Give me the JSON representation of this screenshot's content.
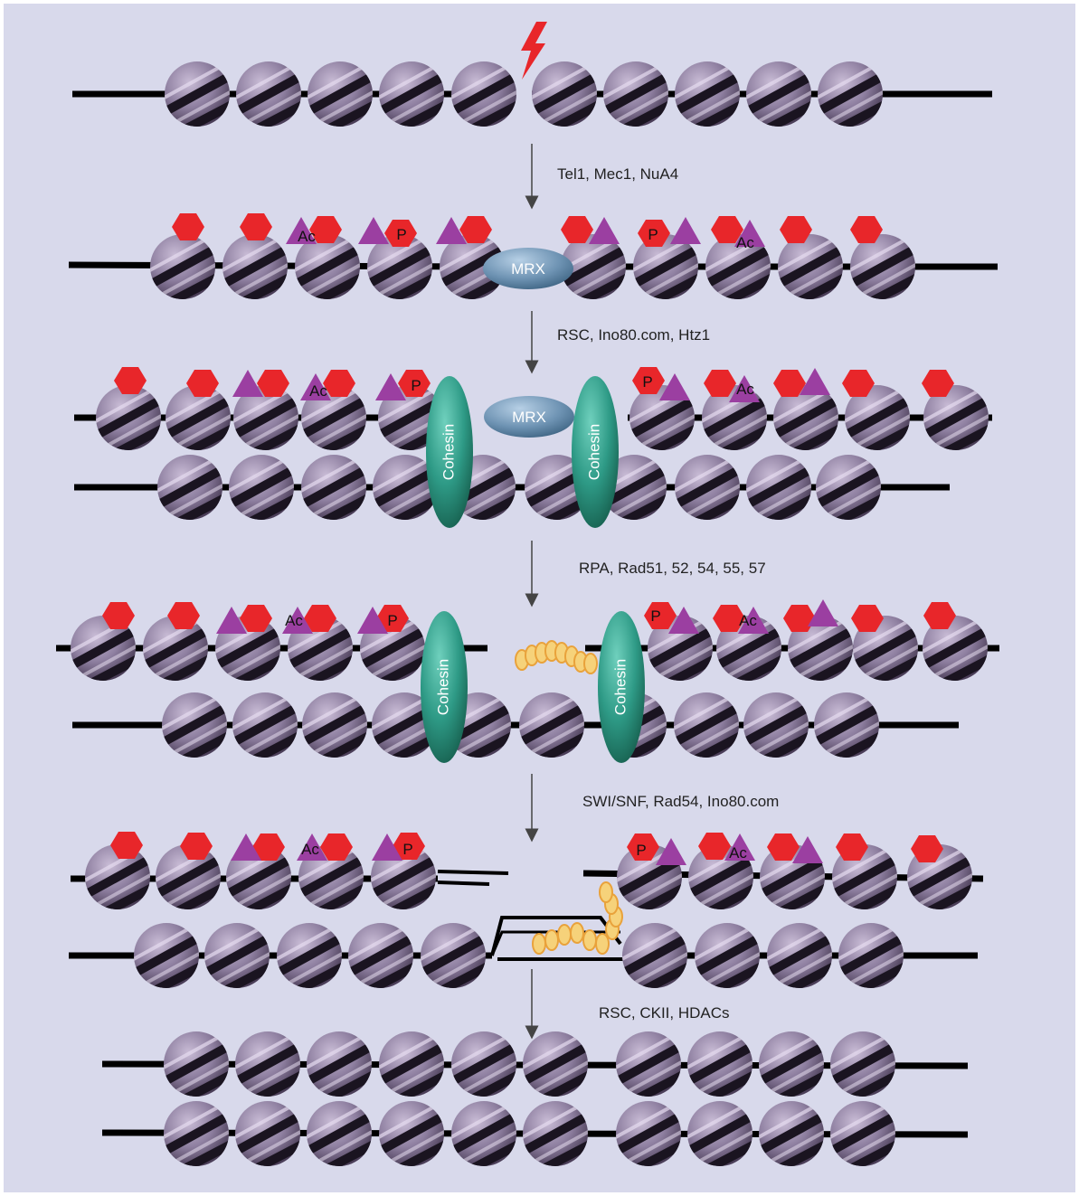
{
  "steps": {
    "step1_label": "Tel1, Mec1, NuA4",
    "step2_label": "RSC, Ino80.com, Htz1",
    "step3_label": "RPA, Rad51, 52, 54, 55, 57",
    "step4_label": "SWI/SNF, Rad54, Ino80.com",
    "step5_label": "RSC, CKII, HDACs"
  },
  "labels": {
    "acetyl": "Ac",
    "phospho": "P",
    "mrx": "MRX",
    "cohesin": "Cohesin"
  },
  "colors": {
    "background": "#d8d9eb",
    "nucleosome": "#8e7fa0",
    "dna": "#000000",
    "hexagon_mark": "#e8262a",
    "triangle_mark": "#9b3fa1",
    "mrx": "#6e93b3",
    "cohesin": "#2e9a86",
    "rpa": "#f6d27a",
    "break_symbol": "#e8262a"
  },
  "icons": {
    "break": "lightning-bolt-icon",
    "nucleosome": "nucleosome-icon",
    "histone_mark_hex": "hexagon-icon",
    "histone_mark_tri": "triangle-icon"
  }
}
